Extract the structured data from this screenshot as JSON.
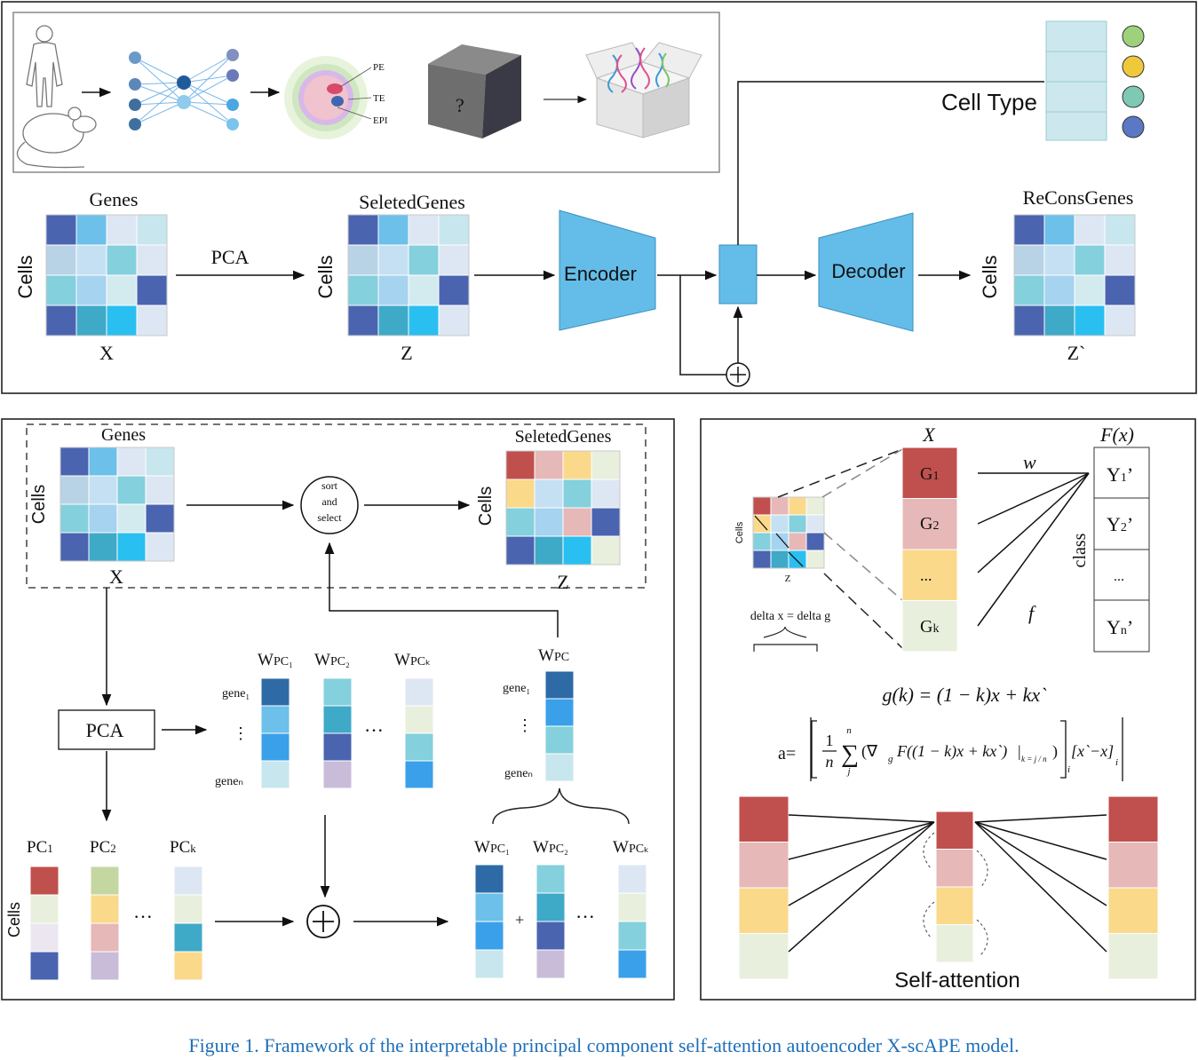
{
  "colors": {
    "blue_dark": "#4a64b0",
    "blue_mid": "#6cc0ea",
    "blue_light": "#dde7f3",
    "teal_light": "#c8e6ee",
    "steel": "#b8d3e6",
    "sky_pale": "#c6e0f3",
    "teal": "#84d0dc",
    "sky_soft": "#a5d3f0",
    "teal_pale": "#d3ebef",
    "teal_deep": "#3fa9c8",
    "sky_bright": "#29bff0",
    "ae_blue": "#64bde8",
    "red": "#c0504d",
    "pink": "#e6b8b7",
    "yellow": "#fad98b",
    "green_pale": "#e8f0dd",
    "caption_blue": "#1f6fb8"
  },
  "top": {
    "illustration": {
      "labels": [
        "PE",
        "TE",
        "EPI",
        "?"
      ],
      "icons": [
        "human-icon",
        "mouse-icon",
        "neural-network-icon",
        "embryo-icon",
        "black-box-icon",
        "open-box-dna-icon"
      ]
    },
    "cell_type_label": "Cell Type",
    "cell_type_dots": [
      "#9ed17c",
      "#f0c83c",
      "#7ec8b4",
      "#5b78c4"
    ],
    "x_title": "Genes",
    "x_axis": "Cells",
    "x_label": "X",
    "pca_label": "PCA",
    "z_title": "SeletedGenes",
    "z_axis": "Cells",
    "z_label": "Z",
    "encoder_label": "Encoder",
    "decoder_label": "Decoder",
    "zr_title": "ReConsGenes",
    "zr_axis": "Cells",
    "zr_label": "Z`",
    "plus_symbol": "+"
  },
  "bottom_left": {
    "x_title": "Genes",
    "x_axis": "Cells",
    "x_label": "X",
    "sort_lines": [
      "sort",
      "and",
      "select"
    ],
    "z_title": "SeletedGenes",
    "z_axis": "Cells",
    "z_label": "Z",
    "pca_label": "PCA",
    "pc_labels": [
      {
        "base": "PC",
        "sub": "1"
      },
      {
        "base": "PC",
        "sub": "2"
      },
      {
        "base": "PC",
        "sub": "k"
      }
    ],
    "pc_axis": "Cells",
    "wpc_labels": [
      {
        "base": "W",
        "sub": "PC₁"
      },
      {
        "base": "W",
        "sub": "PC₂"
      },
      {
        "base": "W",
        "sub": "PCₖ"
      }
    ],
    "gene_labels": {
      "first": "gene₁",
      "dots": "⋮",
      "last": "geneₙ"
    },
    "wpc_single": {
      "base": "W",
      "sub": "PC"
    },
    "ellipsis": "···",
    "plus": "+"
  },
  "bottom_right": {
    "x_label": "X",
    "fx_label": "F(x)",
    "w_label": "w",
    "f_label": "f",
    "class_label": "class",
    "g_labels": [
      {
        "base": "G",
        "sub": "1"
      },
      {
        "base": "G",
        "sub": "2"
      },
      {
        "base": "...",
        "sub": ""
      },
      {
        "base": "G",
        "sub": "k"
      }
    ],
    "y_labels": [
      {
        "base": "Y",
        "sub": "1",
        "tail": "’"
      },
      {
        "base": "Y",
        "sub": "2",
        "tail": "’"
      },
      {
        "base": "...",
        "sub": "",
        "tail": ""
      },
      {
        "base": "Y",
        "sub": "n",
        "tail": "’"
      }
    ],
    "mini_axis": "Cells",
    "mini_label": "Z",
    "delta_label": "delta x = delta g",
    "formula_g": "g(k) = (1 − k)x + kx`",
    "formula_a_prefix": "a=",
    "formula_a_frac_num": "1",
    "formula_a_frac_den": "n",
    "formula_a_sum_top": "n",
    "formula_a_sum_bottom": "j",
    "formula_a_body": "(∇",
    "formula_a_g": "g",
    "formula_a_F": "F((1 − k)x + kx`)",
    "formula_a_eval": "k = j / n",
    "formula_a_diff": "[x`−x]",
    "formula_a_i": "i",
    "self_attention": "Self-attention"
  },
  "caption": "Figure 1. Framework of the interpretable principal component self-attention autoencoder X-scAPE model."
}
